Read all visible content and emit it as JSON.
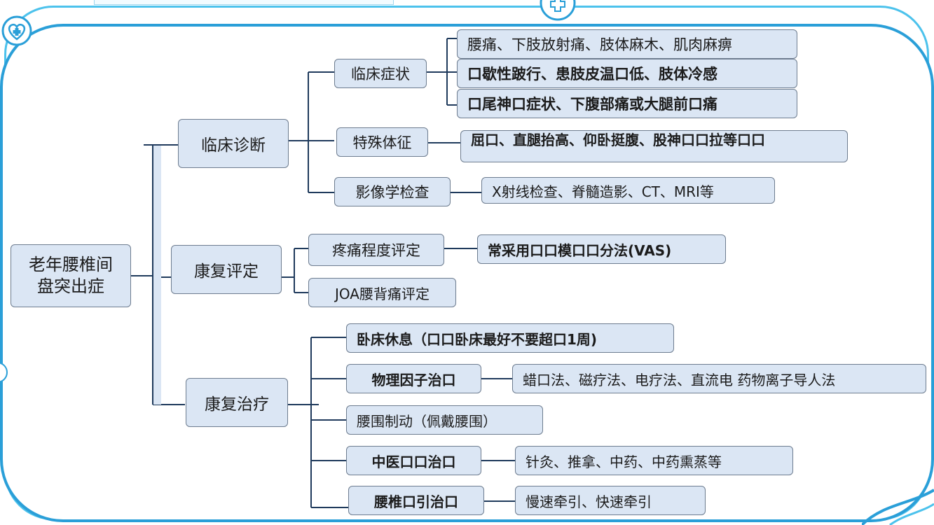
{
  "root": {
    "label": "老年腰椎间盘突出症"
  },
  "branches": {
    "diagnosis": {
      "label": "临床诊断",
      "symptoms": {
        "label": "临床症状",
        "items": [
          "腰痛、下肢放射痛、肢体麻木、肌肉麻痹",
          "口歇性跛行、患肢皮温口低、肢体冷感",
          "口尾神口症状、下腹部痛或大腿前口痛"
        ]
      },
      "signs": {
        "label": "特殊体征",
        "detail": "屈口、直腿抬高、仰卧挺腹、股神口口拉等口口"
      },
      "imaging": {
        "label": "影像学检查",
        "detail": "X射线检查、脊髓造影、CT、MRI等"
      }
    },
    "assessment": {
      "label": "康复评定",
      "pain": {
        "label": "疼痛程度评定",
        "detail": "常采用口口模口口分法(VAS)"
      },
      "joa": {
        "label": "JOA腰背痛评定"
      }
    },
    "treatment": {
      "label": "康复治疗",
      "rest": {
        "label": "卧床休息（口口卧床最好不要超口1周)"
      },
      "physical": {
        "label": "物理因子治口",
        "detail": "蜡口法、磁疗法、电疗法、直流电 药物离子导人法"
      },
      "brace": {
        "label": "腰围制动（佩戴腰围）"
      },
      "tcm": {
        "label": "中医口口治口",
        "detail": "针灸、推拿、中药、中药熏蒸等"
      },
      "traction": {
        "label": "腰椎口引治口",
        "detail": "慢速牵引、快速牵引"
      }
    }
  },
  "colors": {
    "node_fill": "#dbe6f4",
    "node_border": "#6d7c8f",
    "connector": "#1f3a5c",
    "frame_outer": "#4cc2ec",
    "frame_inner": "#2a9fd8"
  }
}
